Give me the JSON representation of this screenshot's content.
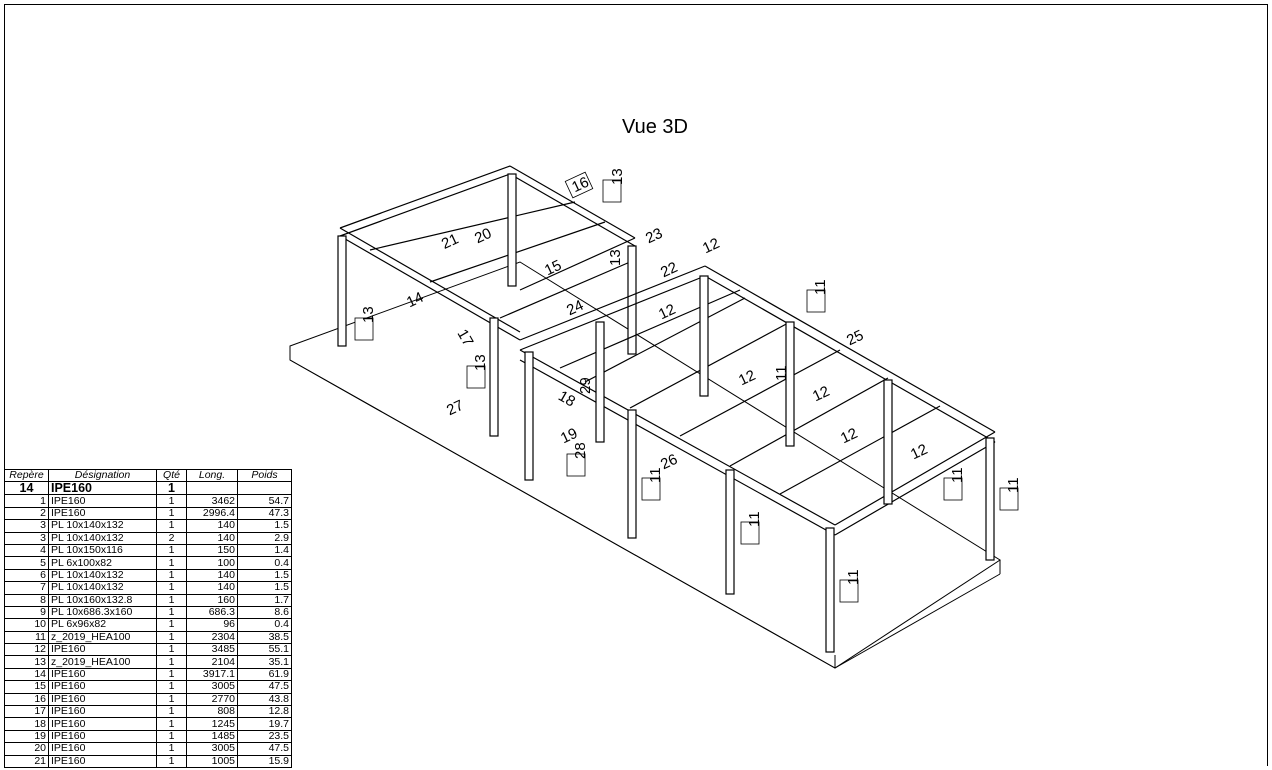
{
  "view_title": "Vue 3D",
  "bom": {
    "headers": [
      "Repère",
      "Désignation",
      "Qté",
      "Long.",
      "Poids"
    ],
    "assembly": {
      "rep": "14",
      "designation": "IPE160",
      "qty": "1"
    },
    "rows": [
      {
        "rep": "1",
        "designation": "IPE160",
        "qty": "1",
        "long": "3462",
        "poids": "54.7"
      },
      {
        "rep": "2",
        "designation": "IPE160",
        "qty": "1",
        "long": "2996.4",
        "poids": "47.3"
      },
      {
        "rep": "3",
        "designation": "PL 10x140x132",
        "qty": "1",
        "long": "140",
        "poids": "1.5"
      },
      {
        "rep": "3",
        "designation": "PL 10x140x132",
        "qty": "2",
        "long": "140",
        "poids": "2.9"
      },
      {
        "rep": "4",
        "designation": "PL 10x150x116",
        "qty": "1",
        "long": "150",
        "poids": "1.4"
      },
      {
        "rep": "5",
        "designation": "PL 6x100x82",
        "qty": "1",
        "long": "100",
        "poids": "0.4"
      },
      {
        "rep": "6",
        "designation": "PL 10x140x132",
        "qty": "1",
        "long": "140",
        "poids": "1.5"
      },
      {
        "rep": "7",
        "designation": "PL 10x140x132",
        "qty": "1",
        "long": "140",
        "poids": "1.5"
      },
      {
        "rep": "8",
        "designation": "PL 10x160x132.8",
        "qty": "1",
        "long": "160",
        "poids": "1.7"
      },
      {
        "rep": "9",
        "designation": "PL 10x686.3x160",
        "qty": "1",
        "long": "686.3",
        "poids": "8.6"
      },
      {
        "rep": "10",
        "designation": "PL 6x96x82",
        "qty": "1",
        "long": "96",
        "poids": "0.4"
      },
      {
        "rep": "11",
        "designation": "z_2019_HEA100",
        "qty": "1",
        "long": "2304",
        "poids": "38.5"
      },
      {
        "rep": "12",
        "designation": "IPE160",
        "qty": "1",
        "long": "3485",
        "poids": "55.1"
      },
      {
        "rep": "13",
        "designation": "z_2019_HEA100",
        "qty": "1",
        "long": "2104",
        "poids": "35.1"
      },
      {
        "rep": "14",
        "designation": "IPE160",
        "qty": "1",
        "long": "3917.1",
        "poids": "61.9"
      },
      {
        "rep": "15",
        "designation": "IPE160",
        "qty": "1",
        "long": "3005",
        "poids": "47.5"
      },
      {
        "rep": "16",
        "designation": "IPE160",
        "qty": "1",
        "long": "2770",
        "poids": "43.8"
      },
      {
        "rep": "17",
        "designation": "IPE160",
        "qty": "1",
        "long": "808",
        "poids": "12.8"
      },
      {
        "rep": "18",
        "designation": "IPE160",
        "qty": "1",
        "long": "1245",
        "poids": "19.7"
      },
      {
        "rep": "19",
        "designation": "IPE160",
        "qty": "1",
        "long": "1485",
        "poids": "23.5"
      },
      {
        "rep": "20",
        "designation": "IPE160",
        "qty": "1",
        "long": "3005",
        "poids": "47.5"
      },
      {
        "rep": "21",
        "designation": "IPE160",
        "qty": "1",
        "long": "1005",
        "poids": "15.9"
      }
    ]
  },
  "callouts": [
    "16",
    "13",
    "21",
    "20",
    "23",
    "12",
    "15",
    "13",
    "22",
    "11",
    "24",
    "12",
    "14",
    "13",
    "17",
    "25",
    "12",
    "11",
    "13",
    "27",
    "12",
    "18",
    "29",
    "19",
    "12",
    "28",
    "26",
    "12",
    "11",
    "11",
    "11",
    "11"
  ]
}
